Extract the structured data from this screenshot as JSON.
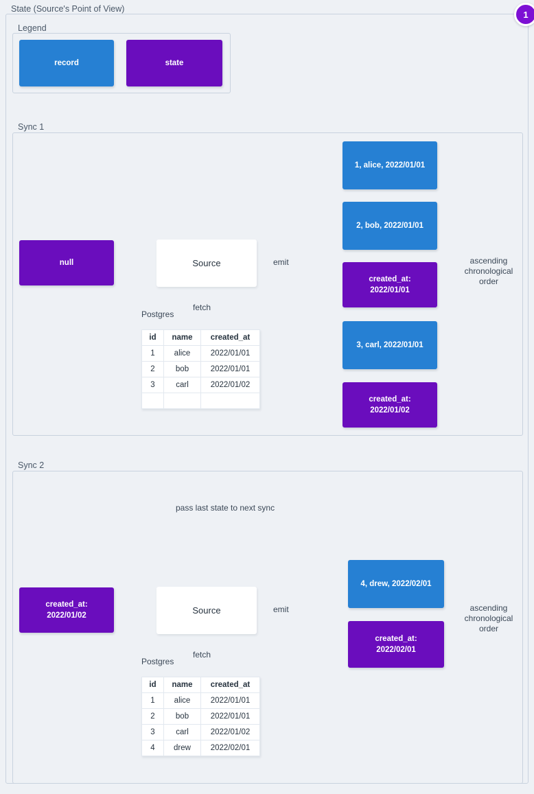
{
  "diagram": {
    "title": "State (Source's Point of View)",
    "badge": "1"
  },
  "legend": {
    "title": "Legend",
    "items": [
      {
        "label": "record",
        "color": "#2680d3"
      },
      {
        "label": "state",
        "color": "#6a0dbd"
      }
    ]
  },
  "edge_labels": {
    "emit": "emit",
    "fetch": "fetch",
    "postgres": "Postgres",
    "pass_state": "pass last state to next sync",
    "ordering": "ascending chronological order"
  },
  "sync1": {
    "title": "Sync 1",
    "input_state": "null",
    "source": "Source",
    "table": {
      "columns": [
        "id",
        "name",
        "created_at"
      ],
      "rows": [
        [
          "1",
          "alice",
          "2022/01/01"
        ],
        [
          "2",
          "bob",
          "2022/01/01"
        ],
        [
          "3",
          "carl",
          "2022/01/02"
        ],
        [
          "",
          "",
          ""
        ]
      ]
    },
    "stream": [
      {
        "kind": "record",
        "text": "1, alice, 2022/01/01"
      },
      {
        "kind": "record",
        "text": "2, bob, 2022/01/01"
      },
      {
        "kind": "state",
        "text": "created_at: 2022/01/01"
      },
      {
        "kind": "record",
        "text": "3, carl, 2022/01/01"
      },
      {
        "kind": "state",
        "text": "created_at: 2022/01/02"
      }
    ],
    "ordering": "ascending chronological order"
  },
  "sync2": {
    "title": "Sync 2",
    "input_state": "created_at: 2022/01/02",
    "source": "Source",
    "table": {
      "columns": [
        "id",
        "name",
        "created_at"
      ],
      "rows": [
        [
          "1",
          "alice",
          "2022/01/01"
        ],
        [
          "2",
          "bob",
          "2022/01/01"
        ],
        [
          "3",
          "carl",
          "2022/01/02"
        ],
        [
          "4",
          "drew",
          "2022/02/01"
        ]
      ]
    },
    "stream": [
      {
        "kind": "record",
        "text": "4, drew, 2022/02/01"
      },
      {
        "kind": "state",
        "text": "created_at: 2022/02/01"
      }
    ],
    "ordering": "ascending chronological order"
  }
}
